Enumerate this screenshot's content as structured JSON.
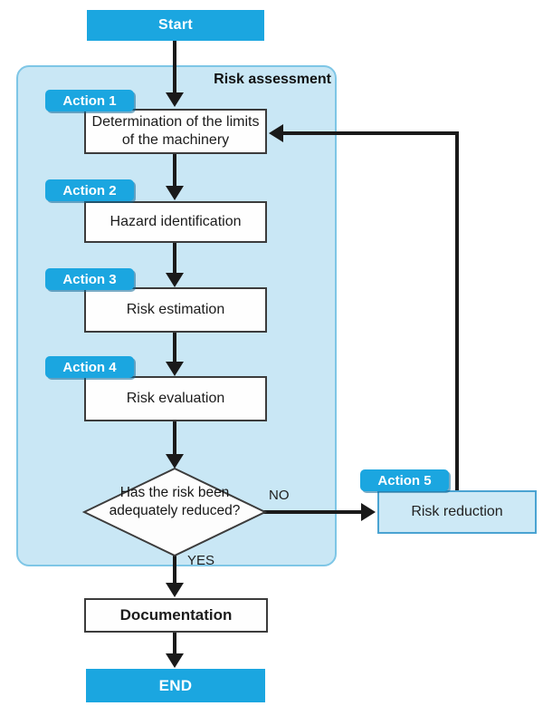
{
  "flowchart": {
    "title": "Risk assessment",
    "start_label": "Start",
    "end_label": "END",
    "documentation_label": "Documentation",
    "yes_label": "YES",
    "no_label": "NO",
    "actions": [
      {
        "badge": "Action 1",
        "label": "Determination of the limits of the machinery"
      },
      {
        "badge": "Action 2",
        "label": "Hazard identification"
      },
      {
        "badge": "Action 3",
        "label": "Risk estimation"
      },
      {
        "badge": "Action 4",
        "label": "Risk evaluation"
      },
      {
        "badge": "Action 5",
        "label": "Risk reduction"
      }
    ],
    "decision": {
      "line1": "Has the risk been",
      "line2": "adequately reduced?"
    },
    "colors": {
      "accent": "#1ba6e0",
      "container_fill": "#c9e7f5",
      "container_border": "#7ec6e6",
      "reduction_fill": "#cde9f6",
      "reduction_border": "#4aa3d2",
      "box_border": "#3c3c3c",
      "arrow": "#1a1a1a"
    }
  }
}
